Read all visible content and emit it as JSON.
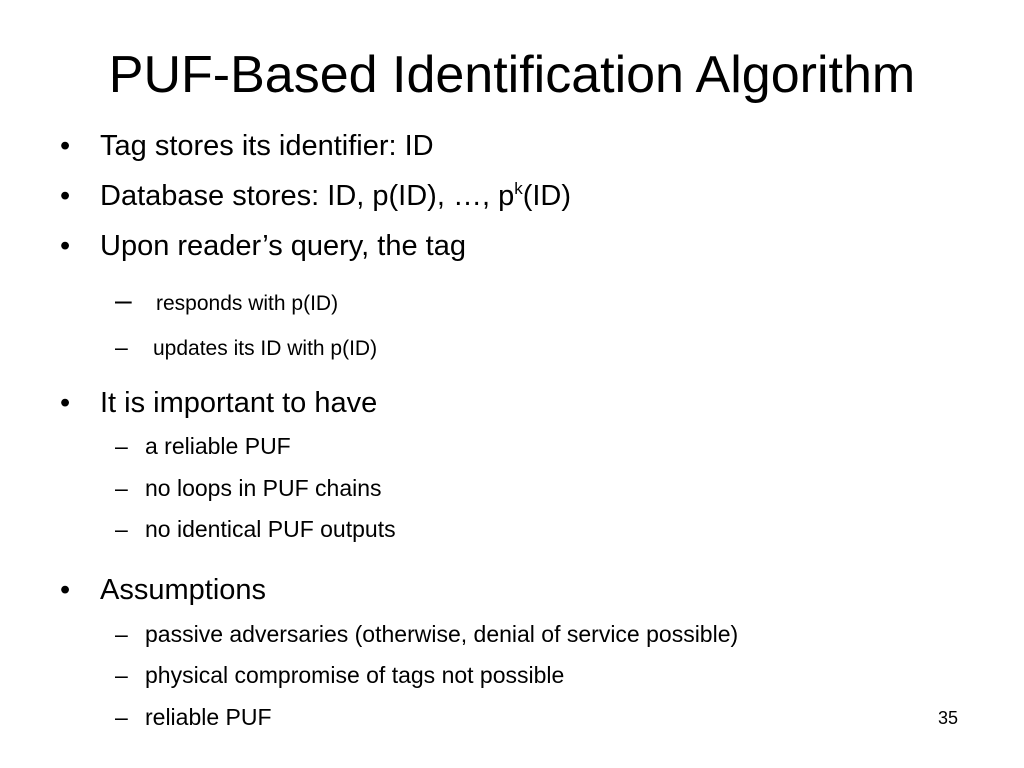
{
  "slide": {
    "title": "PUF-Based Identification Algorithm",
    "bullet_mark": "•",
    "dash_mark": "–",
    "bullets": [
      {
        "text": "Tag stores its identifier: ID"
      },
      {
        "text_before": "Database stores: ID, p(ID), …, p",
        "superscript": "k",
        "text_after": "(ID)"
      },
      {
        "text": "Upon reader’s query, the tag"
      },
      {
        "text": "It is important to have"
      },
      {
        "text": "Assumptions"
      }
    ],
    "sub_items": {
      "query": [
        "responds with p(ID)",
        "updates its ID with p(ID)"
      ],
      "important": [
        "a reliable PUF",
        "no loops in PUF chains",
        "no identical PUF outputs"
      ],
      "assumptions": [
        "passive adversaries (otherwise, denial of service possible)",
        "physical compromise of tags not possible",
        "reliable PUF"
      ]
    },
    "page_number": "35"
  }
}
